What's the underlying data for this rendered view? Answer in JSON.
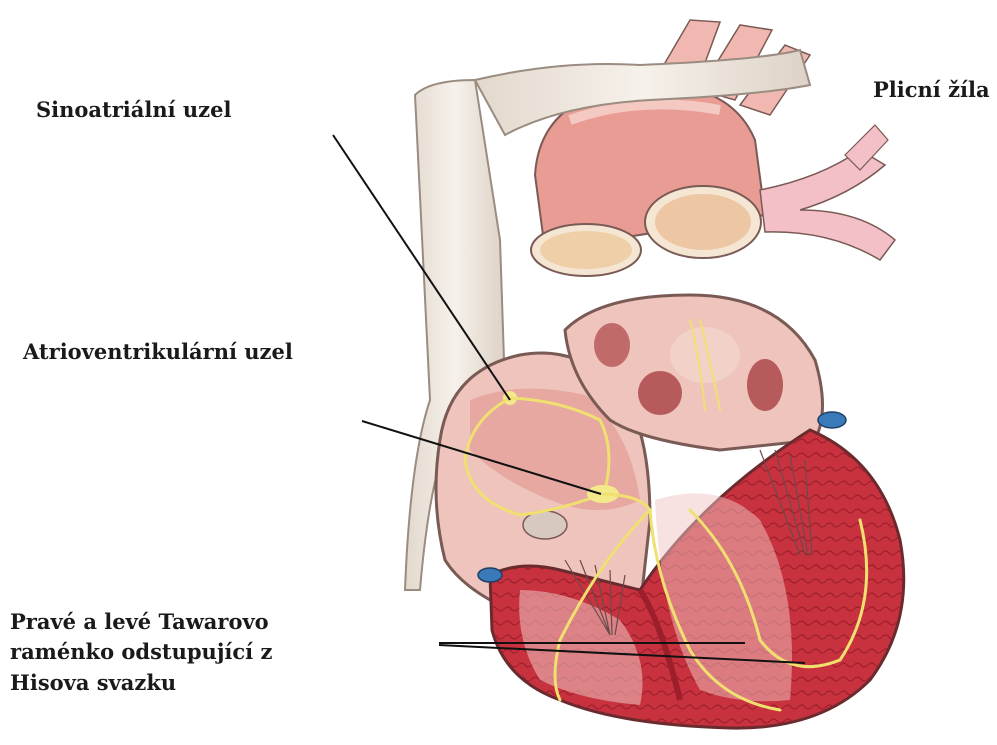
{
  "labels": {
    "sinoatrial_node": "Sinoatriální uzel",
    "pulmonary_vein": "Plicní žíla",
    "av_node": "Atrioventrikulární uzel",
    "bundle_branches": [
      "Pravé a levé Tawarovo",
      "raménko odstupující z",
      "Hisova svazku"
    ]
  },
  "colors": {
    "myocardium": "#c0303e",
    "atrium": "#e8b3ad",
    "vessel": "#f1ebe3",
    "conduction": "#f0e070",
    "outline": "#7a5a55",
    "leader_line": "#111111"
  }
}
